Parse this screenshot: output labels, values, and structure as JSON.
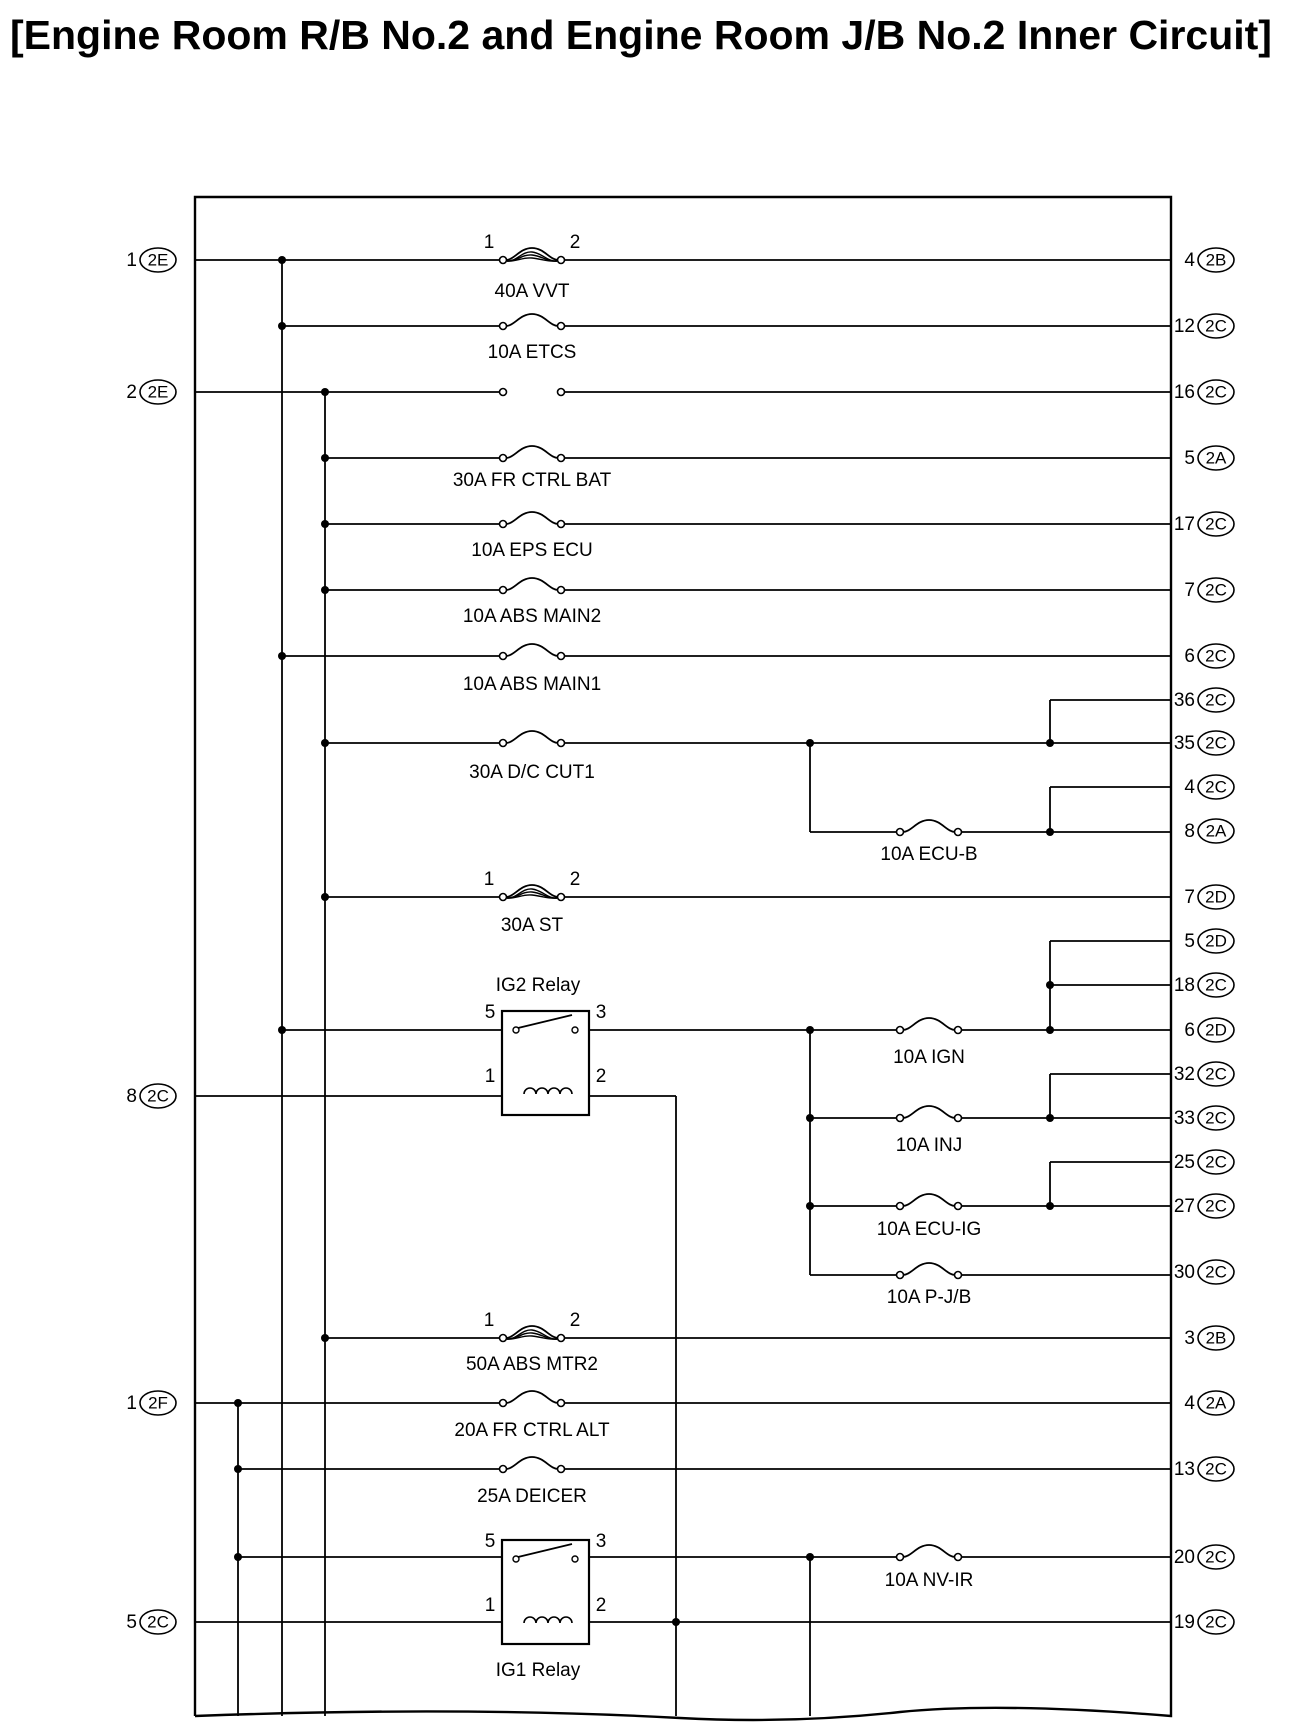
{
  "title": "[Engine Room R/B No.2 and Engine Room J/B No.2 Inner Circuit]",
  "left_terminals": [
    {
      "pin": "1",
      "connector": "2E"
    },
    {
      "pin": "2",
      "connector": "2E"
    },
    {
      "pin": "8",
      "connector": "2C"
    },
    {
      "pin": "1",
      "connector": "2F"
    },
    {
      "pin": "5",
      "connector": "2C"
    }
  ],
  "right_terminals": [
    {
      "pin": "4",
      "connector": "2B"
    },
    {
      "pin": "12",
      "connector": "2C"
    },
    {
      "pin": "16",
      "connector": "2C"
    },
    {
      "pin": "5",
      "connector": "2A"
    },
    {
      "pin": "17",
      "connector": "2C"
    },
    {
      "pin": "7",
      "connector": "2C"
    },
    {
      "pin": "6",
      "connector": "2C"
    },
    {
      "pin": "36",
      "connector": "2C"
    },
    {
      "pin": "35",
      "connector": "2C"
    },
    {
      "pin": "4",
      "connector": "2C"
    },
    {
      "pin": "8",
      "connector": "2A"
    },
    {
      "pin": "7",
      "connector": "2D"
    },
    {
      "pin": "5",
      "connector": "2D"
    },
    {
      "pin": "18",
      "connector": "2C"
    },
    {
      "pin": "6",
      "connector": "2D"
    },
    {
      "pin": "32",
      "connector": "2C"
    },
    {
      "pin": "33",
      "connector": "2C"
    },
    {
      "pin": "25",
      "connector": "2C"
    },
    {
      "pin": "27",
      "connector": "2C"
    },
    {
      "pin": "30",
      "connector": "2C"
    },
    {
      "pin": "3",
      "connector": "2B"
    },
    {
      "pin": "4",
      "connector": "2A"
    },
    {
      "pin": "13",
      "connector": "2C"
    },
    {
      "pin": "20",
      "connector": "2C"
    },
    {
      "pin": "19",
      "connector": "2C"
    }
  ],
  "fuses": [
    {
      "label": "40A VVT",
      "type": "fusible-link",
      "pin_in": "1",
      "pin_out": "2"
    },
    {
      "label": "10A ETCS",
      "type": "fuse"
    },
    {
      "label": "30A FR CTRL BAT",
      "type": "fuse"
    },
    {
      "label": "10A EPS ECU",
      "type": "fuse"
    },
    {
      "label": "10A ABS MAIN2",
      "type": "fuse"
    },
    {
      "label": "10A ABS MAIN1",
      "type": "fuse"
    },
    {
      "label": "30A D/C CUT1",
      "type": "fuse"
    },
    {
      "label": "10A ECU-B",
      "type": "fuse"
    },
    {
      "label": "30A ST",
      "type": "fusible-link",
      "pin_in": "1",
      "pin_out": "2"
    },
    {
      "label": "10A IGN",
      "type": "fuse"
    },
    {
      "label": "10A INJ",
      "type": "fuse"
    },
    {
      "label": "10A ECU-IG",
      "type": "fuse"
    },
    {
      "label": "10A P-J/B",
      "type": "fuse"
    },
    {
      "label": "50A ABS MTR2",
      "type": "fusible-link",
      "pin_in": "1",
      "pin_out": "2"
    },
    {
      "label": "20A FR CTRL ALT",
      "type": "fuse"
    },
    {
      "label": "25A DEICER",
      "type": "fuse"
    },
    {
      "label": "10A NV-IR",
      "type": "fuse"
    }
  ],
  "relays": [
    {
      "name": "IG2 Relay",
      "pins": [
        "5",
        "3",
        "1",
        "2"
      ]
    },
    {
      "name": "IG1 Relay",
      "pins": [
        "5",
        "3",
        "1",
        "2"
      ]
    }
  ],
  "colors": {
    "line": "#000000",
    "background": "#ffffff"
  }
}
